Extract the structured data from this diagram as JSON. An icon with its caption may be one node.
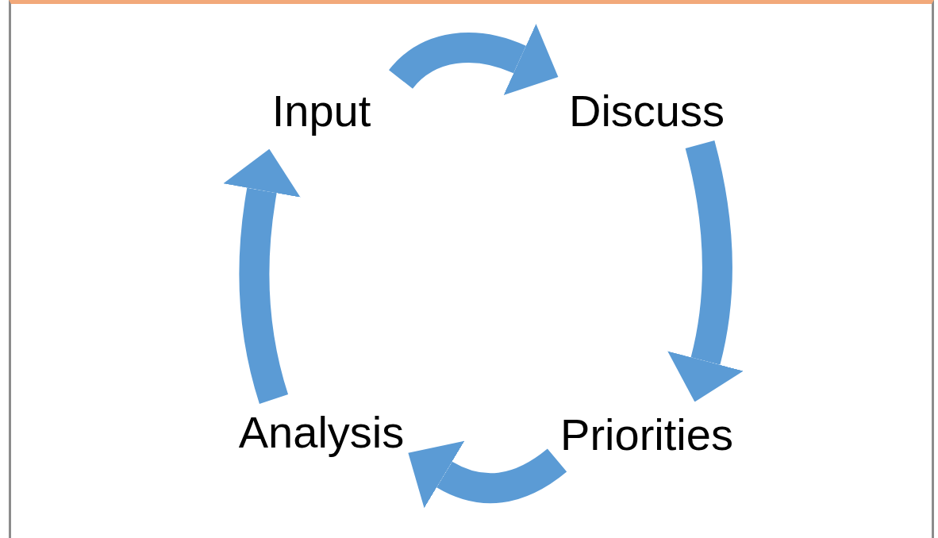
{
  "diagram": {
    "nodes": [
      {
        "text": [
          "Input"
        ]
      },
      {
        "text": [
          "Discuss"
        ]
      },
      {
        "text": [
          "Priorities"
        ]
      },
      {
        "text": [
          "Analysis"
        ]
      }
    ],
    "edges": [
      {
        "from": 0,
        "to": 1,
        "arrow": "to"
      },
      {
        "from": 1,
        "to": 2,
        "arrow": "to"
      },
      {
        "from": 2,
        "to": 3,
        "arrow": "to"
      },
      {
        "from": 3,
        "to": 0,
        "arrow": "to"
      }
    ]
  }
}
